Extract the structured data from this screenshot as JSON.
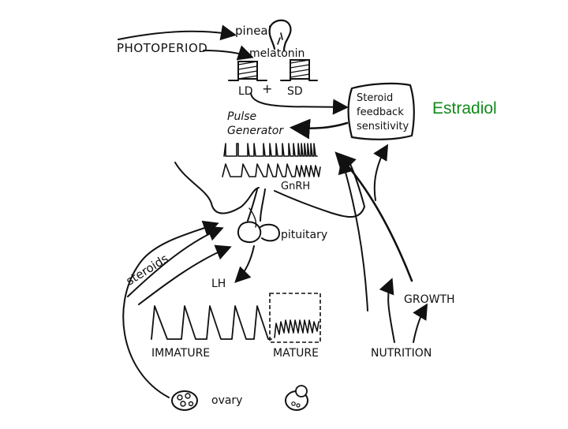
{
  "slide": {
    "highlight_label": "Estradiol",
    "highlight_color": "#118a1a"
  },
  "diagram": {
    "photoperiod": "PHOTOPERIOD",
    "pineal": "pineal",
    "melatonin": "melatonin",
    "ld": "LD",
    "plus": "+",
    "sd": "SD",
    "steroid_box": [
      "Steroid",
      "feedback",
      "sensitivity"
    ],
    "pulse_generator": [
      "Pulse",
      "Generator"
    ],
    "gnrh": "GnRH",
    "pituitary": "pituitary",
    "steroids": "steroids",
    "lh": "LH",
    "immature": "IMMATURE",
    "mature": "MATURE",
    "growth": "GROWTH",
    "nutrition": "NUTRITION",
    "ovary": "ovary"
  }
}
